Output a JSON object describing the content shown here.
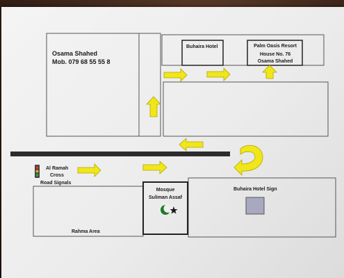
{
  "contact": {
    "name": "Osama Shahed",
    "phone": "Mob. 079 68 55 55 8"
  },
  "buhaira_hotel": "Buhaira Hotel",
  "resort": {
    "name": "Palm Oasis Resort",
    "house": "House No. 76",
    "owner": "Osama Shahed"
  },
  "signals": {
    "line1": "Al Ramah",
    "line2": "Cross",
    "line3": "Road Signals"
  },
  "mosque": {
    "line1": "Mosque",
    "line2": "Suliman Assaf"
  },
  "hotel_sign": "Buhaira Hotel Sign",
  "area": "Rahma Area",
  "colors": {
    "arrow_fill": "#f0e619",
    "arrow_stroke": "#b0a800",
    "road_bar": "#2c2c2c",
    "sign_square": "#a8a8c0"
  }
}
